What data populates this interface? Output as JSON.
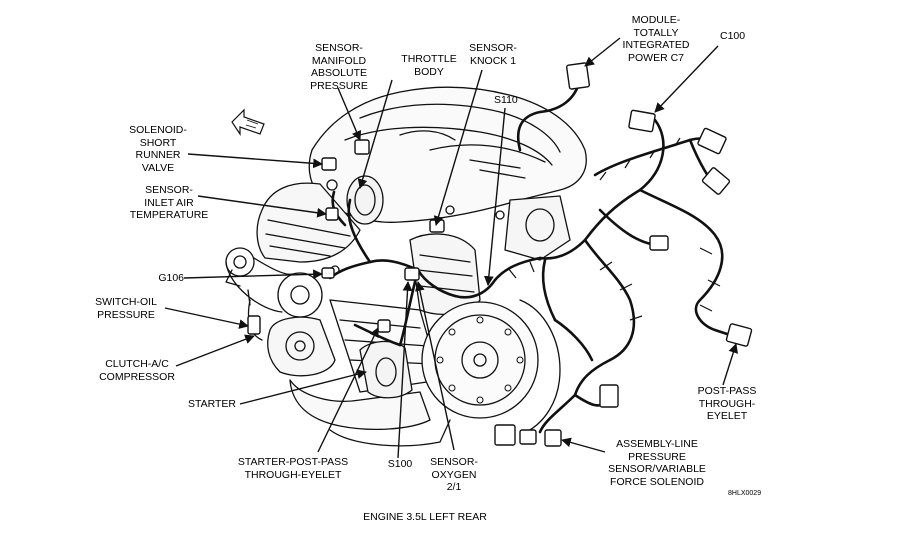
{
  "labels": {
    "sensor_map": "SENSOR-\nMANIFOLD\nABSOLUTE\nPRESSURE",
    "throttle_body": "THROTTLE\nBODY",
    "sensor_knock": "SENSOR-\nKNOCK 1",
    "module_tipm": "MODULE-\nTOTALLY\nINTEGRATED\nPOWER C7",
    "c100": "C100",
    "s110": "S110",
    "solenoid_srv": "SOLENOID-\nSHORT\nRUNNER\nVALVE",
    "sensor_iat": "SENSOR-\nINLET AIR\nTEMPERATURE",
    "g106": "G106",
    "switch_oil": "SWITCH-OIL\nPRESSURE",
    "clutch_ac": "CLUTCH-A/C\nCOMPRESSOR",
    "starter": "STARTER",
    "starter_eyelet": "STARTER-POST-PASS\nTHROUGH-EYELET",
    "s100": "S100",
    "sensor_oxygen": "SENSOR-\nOXYGEN\n2/1",
    "post_pass_eyelet": "POST-PASS\nTHROUGH-\nEYELET",
    "assembly_line": "ASSEMBLY-LINE\nPRESSURE\nSENSOR/VARIABLE\nFORCE SOLENOID",
    "figure_id": "8HLX0029",
    "caption": "ENGINE 3.5L LEFT REAR"
  }
}
